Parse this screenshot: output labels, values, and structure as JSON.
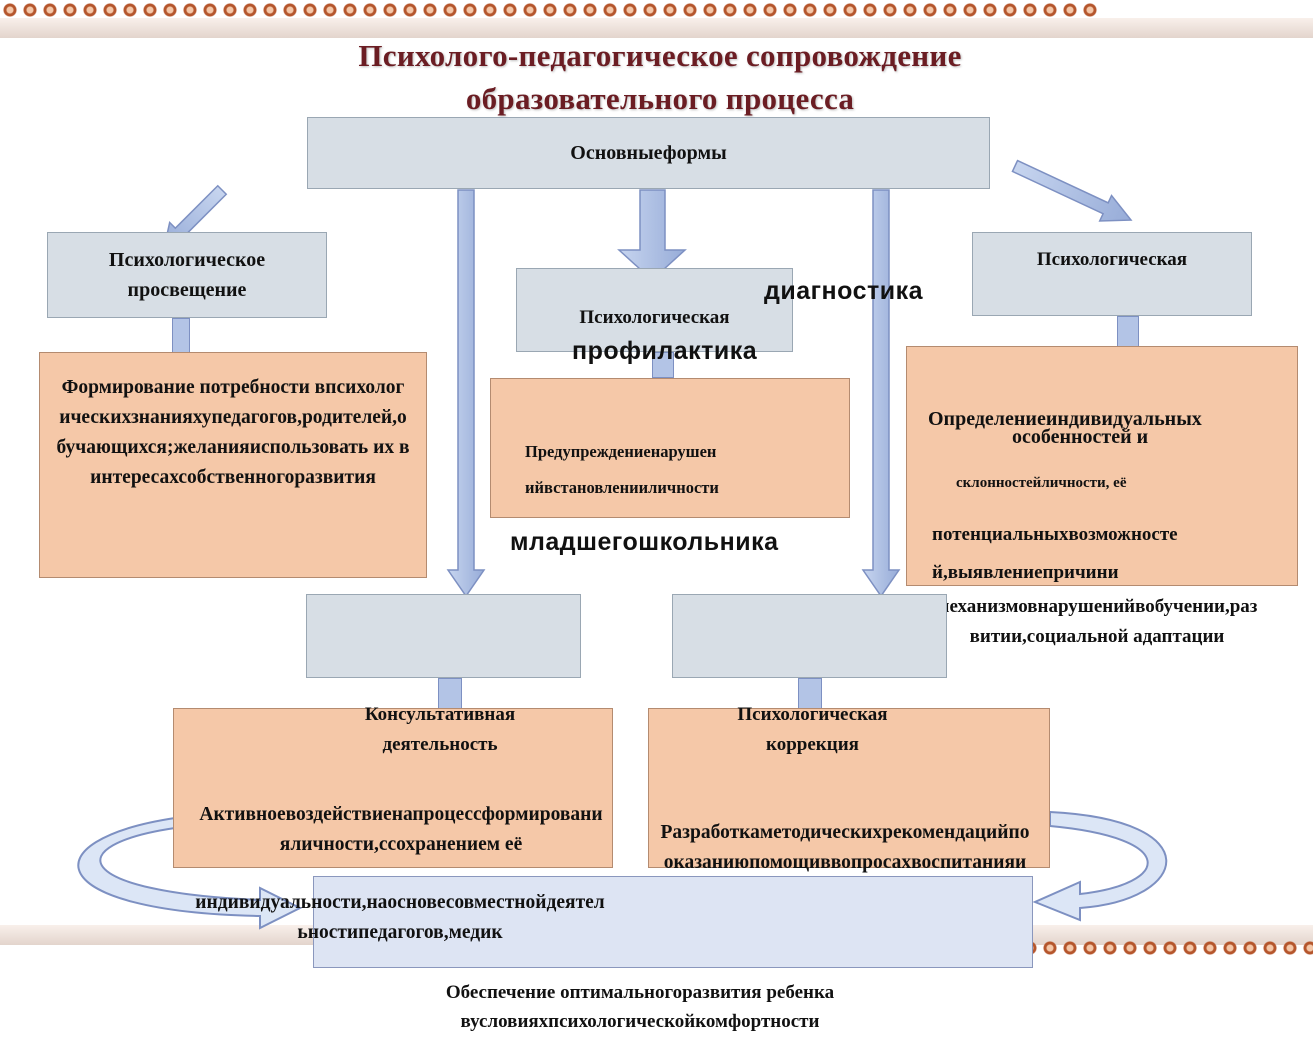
{
  "title": "Психолого-педагогическое сопровождение образовательного процесса",
  "center_box": "Основныеформы",
  "forms": {
    "prosveshchenie": "Психологическое просвещение",
    "profilaktika_line1": "Психологическая",
    "profilaktika_line2": "профилактика",
    "diagnostika_line1": "Психологическая",
    "diagnostika_line2": "диагностика",
    "konsultativnaya": "Консультативная деятельность",
    "korrektsiya": "Психологическая коррекция"
  },
  "descriptions": {
    "prosveshchenie": "Формирование потребности впсихологическихзнанияхупедагогов,родителей,обучающихся;желанияиспользовать их в интересахсобственногоразвития",
    "profilaktika_line1": "Предупреждениенарушен",
    "profilaktika_line2": "ийвстановленииличности",
    "profilaktika_line3": "младшегошкольника",
    "diagnostika_line1": "Определениеиндивидуальных",
    "diagnostika_line2": "особенностей и",
    "diagnostika_line3": "склонностейличности, её",
    "diagnostika_line4": "потенциальныхвозможносте",
    "diagnostika_line5": "й,выявлениепричини",
    "diagnostika_line6": "механизмовнарушенийвобучении,развитии,социальной адаптации",
    "konsultativnaya": "Активноевоздействиенапроцессформированияличности,ссохранением её",
    "konsultativnaya_cont": "индивидуальности,наосновесовместнойдеятельностипедагогов,медик",
    "korrektsiya": "Разработкаметодическихрекомендацийпооказаниюпомощиввопросахвоспитанияиобучения"
  },
  "result": "Обеспечение оптимальногоразвития ребенка вусловияхпсихологическойкомфортности",
  "colors": {
    "title": "#6b1d23",
    "gray_box": "#d7dee5",
    "peach_box": "#f5c8a8",
    "lavender_box": "#dde4f3",
    "arrow": "#b3c4e6"
  }
}
